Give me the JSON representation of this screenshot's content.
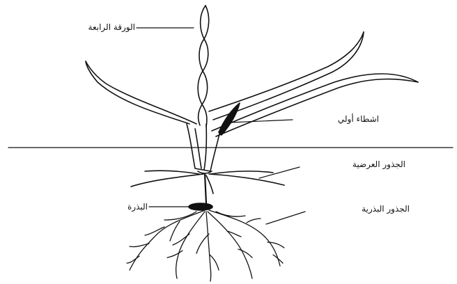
{
  "diagram": {
    "labels": {
      "fourth_leaf": "الورقة الرابعة",
      "primordial_leaf_sheath": "اشطاء أولي",
      "adventitious_roots": "الجذور العرضية",
      "seed": "البذرة",
      "seminal_roots": "الجذور البذرية"
    },
    "colors": {
      "ink": "#111111",
      "background": "#ffffff"
    }
  }
}
